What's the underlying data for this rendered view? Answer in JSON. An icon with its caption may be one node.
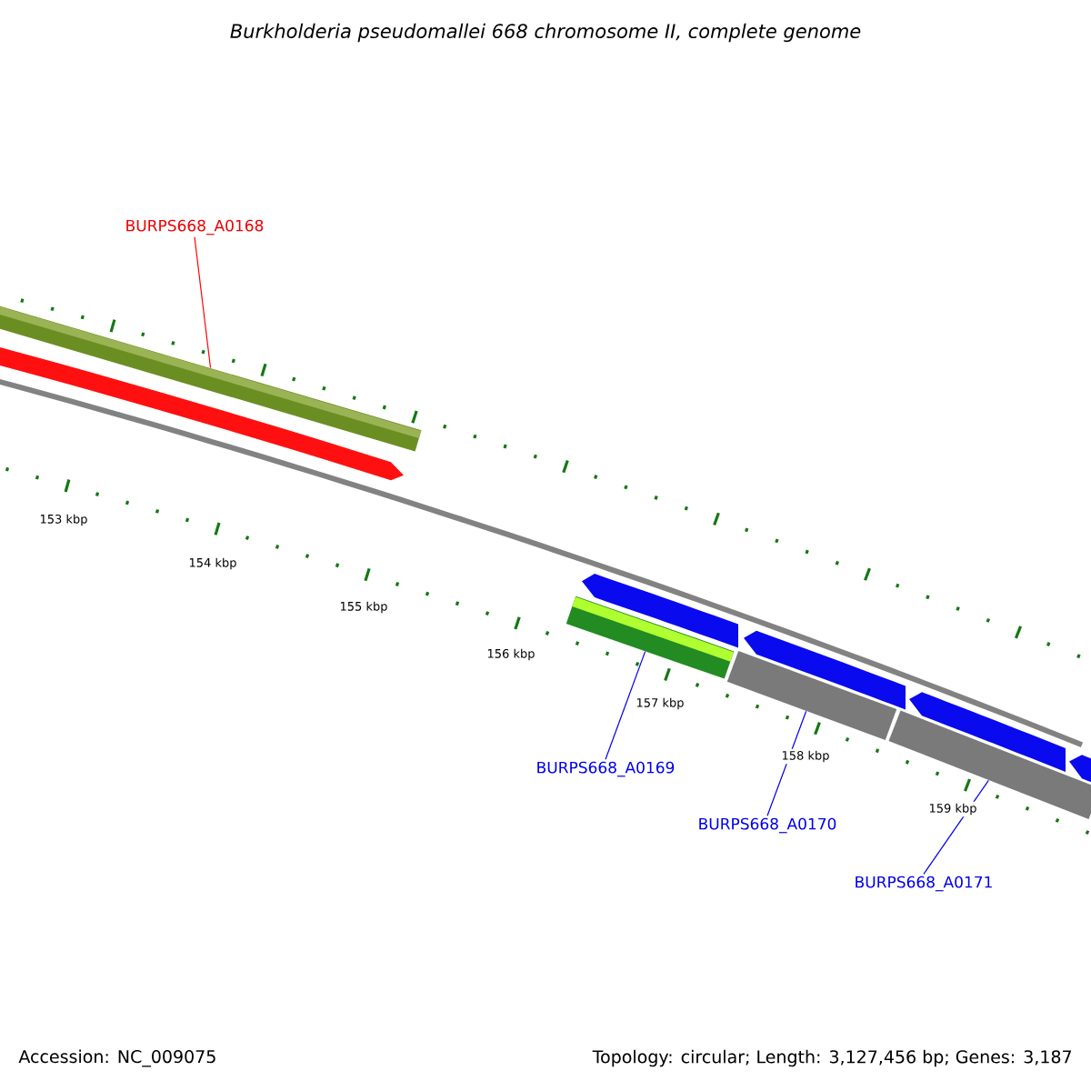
{
  "diagram": {
    "title": "Burkholderia pseudomallei 668 chromosome II, complete genome",
    "nodes": [
      {
        "text": [
          "BURPS668_A0168"
        ]
      },
      {
        "text": [],
        "shape": "bar"
      },
      {
        "text": [
          "BURPS668_A0169"
        ]
      },
      {
        "text": [],
        "shape": "bar"
      },
      {
        "text": [
          "BURPS668_A0170"
        ]
      },
      {
        "text": [],
        "shape": "bar"
      },
      {
        "text": [
          "BURPS668_A0171"
        ]
      },
      {
        "text": [],
        "shape": "bar"
      }
    ],
    "edges": [
      {
        "from": 0,
        "to": 1,
        "arrow": "none",
        "color": "#ff0000"
      },
      {
        "from": 2,
        "to": 3,
        "arrow": "none"
      },
      {
        "from": 4,
        "to": 5,
        "arrow": "none"
      },
      {
        "from": 6,
        "to": 7,
        "arrow": "none"
      }
    ],
    "labels": [
      "153 kbp",
      "154 kbp",
      "155 kbp",
      "156 kbp",
      "157 kbp",
      "158 kbp",
      "159 kbp",
      "Accession: NC_009075",
      "Topology: circular; Length: 3,127,456 bp; Genes: 3,187"
    ]
  }
}
